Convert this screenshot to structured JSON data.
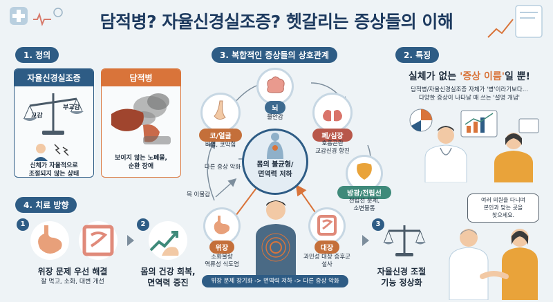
{
  "title": "담적병? 자율신경실조증? 헷갈리는 증상들의 이해",
  "sections": {
    "definition": "1. 정의",
    "relation": "3. 복합적인 증상들의 상호관계",
    "features": "2. 특징",
    "treatment": "4. 치료 방향"
  },
  "definition": {
    "card1": {
      "title": "자율신경실조증",
      "left_label": "교감",
      "right_label": "부교감",
      "desc_line1": "신체가 자율적으로",
      "desc_line2": "조절되지 않는 상태"
    },
    "card2": {
      "title": "담적병",
      "desc_line1": "보이지 않는 노폐물,",
      "desc_line2": "순환 장애"
    }
  },
  "diagram": {
    "center_line1": "몸의 불균형/",
    "center_line2": "면역력 저하",
    "brain": {
      "tag": "뇌",
      "desc": "불안감"
    },
    "nose": {
      "tag": "코/얼굴",
      "desc": "비염, 코막힘"
    },
    "lung": {
      "tag": "폐/심장",
      "desc_line1": "호흡곤란",
      "desc_line2": "교감신경 항진"
    },
    "bladder": {
      "tag": "방광/전립선",
      "desc_line1": "전립선 문제,",
      "desc_line2": "소변불통"
    },
    "stomach": {
      "tag": "위장",
      "desc_line1": "소화불량",
      "desc_line2": "역류성 식도염"
    },
    "intestine": {
      "tag": "대장",
      "desc_line1": "과민성 대장 증후군",
      "desc_line2": "설사"
    },
    "arrow_label_other": "다른 증상 악화",
    "arrow_label_throat": "목 이물감",
    "bottom_bar": "위장 문제 장기화 -> 면역력 저하 -> 다른 증상 악화"
  },
  "features": {
    "headline_pre": "실체가 없는 ",
    "headline_em": "'증상 이름'",
    "headline_post": "일 뿐!",
    "sub_line1": "담적병/자율신경실조증 자체가 '병'이라기보다...",
    "sub_line2": "다양한 증상이 나타날 때 쓰는 '설명 개념'"
  },
  "treatment": {
    "step1": {
      "num": "1",
      "title": "위장 문제 우선 해결",
      "desc": "잘 먹고, 소화, 대변 개선"
    },
    "step2": {
      "num": "2",
      "title_line1": "몸의 건강 회복,",
      "title_line2": "면역력 증진"
    },
    "step3": {
      "num": "3",
      "title_line1": "자율신경 조절",
      "title_line2": "기능 정상화"
    },
    "bubble_line1": "여러 의원을 다니며",
    "bubble_line2": "본인과 맞는 곳을",
    "bubble_line3": "찾으세요."
  },
  "colors": {
    "navy": "#2e5c85",
    "orange": "#d9743a",
    "brain": "#3d6a8f",
    "nose": "#c46f3a",
    "lung": "#b8574a",
    "bladder": "#3f8a7a",
    "stomach": "#c46f3a",
    "intestine": "#c46f3a"
  }
}
